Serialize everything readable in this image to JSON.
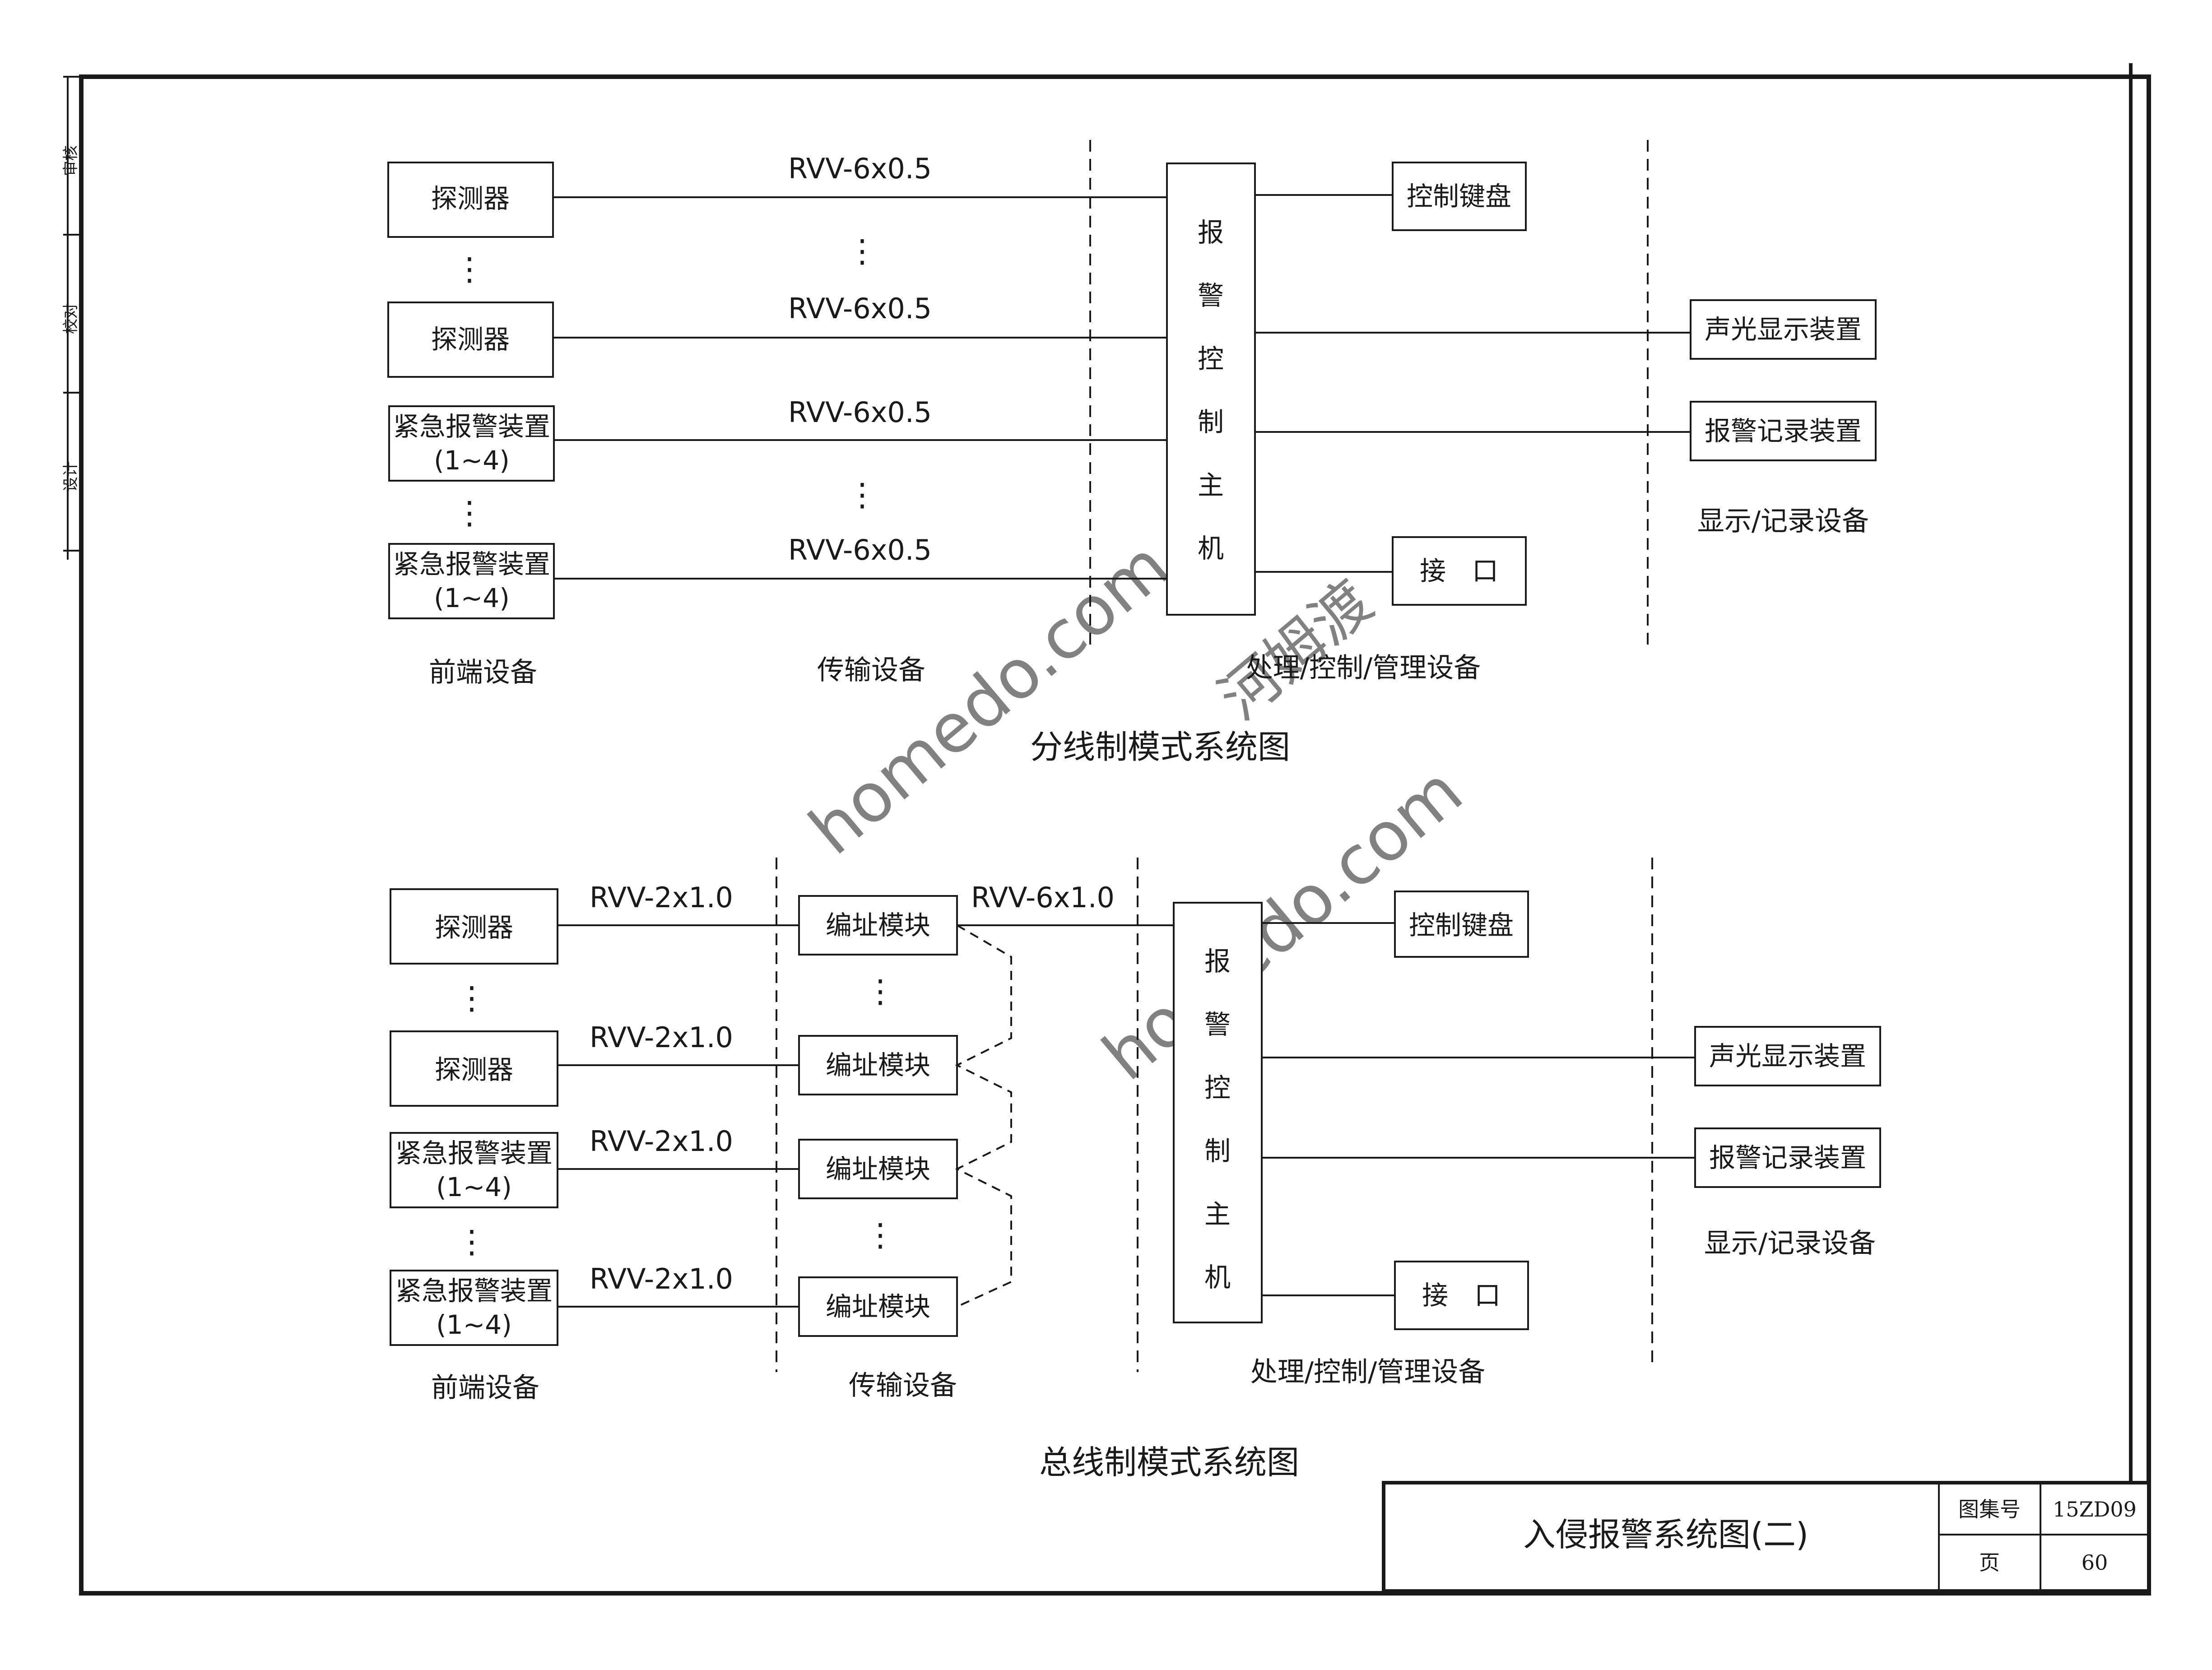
{
  "margin_labels": [
    "审核",
    "校对",
    "设计"
  ],
  "top": {
    "title": "分线制模式系统图",
    "front": [
      "探测器",
      "探测器",
      "紧急报警装置",
      "紧急报警装置"
    ],
    "front_sub": "(1~4)",
    "cables": [
      "RVV-6x0.5",
      "RVV-6x0.5",
      "RVV-6x0.5",
      "RVV-6x0.5"
    ],
    "host": [
      "报",
      "警",
      "控",
      "制",
      "主",
      "机"
    ],
    "keyboard": "控制键盘",
    "interface": "接　口",
    "display": "声光显示装置",
    "recorder": "报警记录装置",
    "col_front": "前端设备",
    "col_trans": "传输设备",
    "col_proc": "处理/控制/管理设备",
    "col_disp": "显示/记录设备"
  },
  "bottom": {
    "title": "总线制模式系统图",
    "front": [
      "探测器",
      "探测器",
      "紧急报警装置",
      "紧急报警装置"
    ],
    "front_sub": "(1~4)",
    "cables": [
      "RVV-2x1.0",
      "RVV-2x1.0",
      "RVV-2x1.0",
      "RVV-2x1.0"
    ],
    "modules": [
      "编址模块",
      "编址模块",
      "编址模块",
      "编址模块"
    ],
    "bus": "RVV-6x1.0",
    "host": [
      "报",
      "警",
      "控",
      "制",
      "主",
      "机"
    ],
    "keyboard": "控制键盘",
    "interface": "接　口",
    "display": "声光显示装置",
    "recorder": "报警记录装置",
    "col_front": "前端设备",
    "col_trans": "传输设备",
    "col_proc": "处理/控制/管理设备",
    "col_disp": "显示/记录设备"
  },
  "title_block": {
    "title": "入侵报警系统图(二)",
    "atlas_label": "图集号",
    "atlas_no": "15ZD09",
    "page_label": "页",
    "page_no": "60"
  },
  "watermark": [
    "homedo.com",
    "河姆渡"
  ],
  "colors": {
    "line": "#1a1a1a",
    "watermark": "#bfe6f2"
  }
}
